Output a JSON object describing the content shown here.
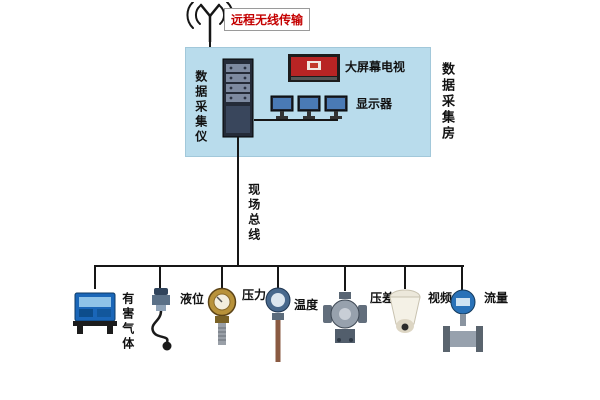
{
  "wireless": {
    "label": "远程无线传输"
  },
  "room": {
    "daq_label": "数据采集仪",
    "tv_label": "大屏幕电视",
    "monitor_label": "显示器",
    "room_label": "数据采集房"
  },
  "bus": {
    "label": "现场总线"
  },
  "devices": [
    {
      "id": "harmful-gas",
      "label": "有害气体"
    },
    {
      "id": "liquid-level",
      "label": "液位"
    },
    {
      "id": "pressure",
      "label": "压力"
    },
    {
      "id": "temperature",
      "label": "温度"
    },
    {
      "id": "diff-pressure",
      "label": "压差"
    },
    {
      "id": "video",
      "label": "视频"
    },
    {
      "id": "flow",
      "label": "流量"
    }
  ],
  "colors": {
    "accent_red": "#c40000",
    "room_bg": "#b9dcec",
    "line": "#161616"
  }
}
